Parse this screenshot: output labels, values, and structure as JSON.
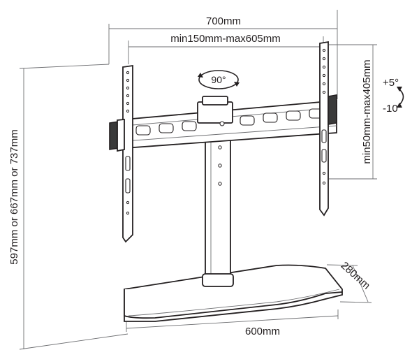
{
  "dimensions": {
    "overall_width": "700mm",
    "vesa_horizontal": "min150mm-max605mm",
    "vesa_vertical": "min50mm-max405mm",
    "height_options": "597mm or 667mm or 737mm",
    "base_width": "600mm",
    "base_depth": "280mm"
  },
  "angles": {
    "swivel": "90°",
    "tilt_up": "+5°",
    "tilt_down": "-10°"
  }
}
